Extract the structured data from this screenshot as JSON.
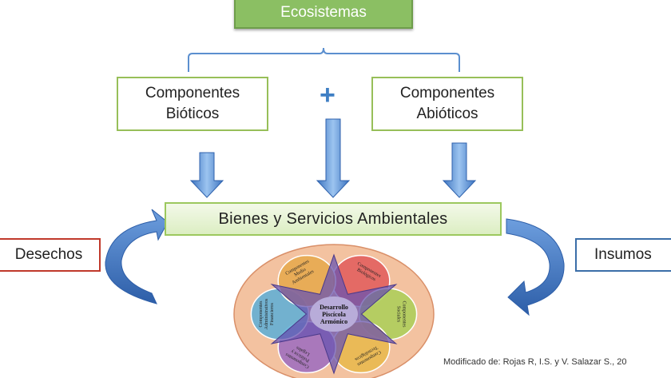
{
  "title": "Ecosistemas",
  "biotic": {
    "line1": "Componentes",
    "line2": "Bióticos"
  },
  "abiotic": {
    "line1": "Componentes",
    "line2": "Abióticos"
  },
  "plus": "+",
  "bienes": "Bienes y Servicios Ambientales",
  "desechos": "Desechos",
  "insumos": "Insumos",
  "flower": {
    "center": [
      "Desarrollo",
      "Piscícola",
      "Armónico"
    ],
    "petals": [
      {
        "lines": [
          "Componentes",
          "Biológicos"
        ],
        "color": "#e15b5b"
      },
      {
        "lines": [
          "Componentes",
          "Sociales"
        ],
        "color": "#a9cf57"
      },
      {
        "lines": [
          "Componentes",
          "Tecnológicos"
        ],
        "color": "#e8b94a"
      },
      {
        "lines": [
          "Componentes",
          "Políticos y",
          "Legales"
        ],
        "color": "#9b6bbf"
      },
      {
        "lines": [
          "Componentes",
          "Administrativos",
          "Financieros"
        ],
        "color": "#5aaed7"
      },
      {
        "lines": [
          "Componentes",
          "Medio",
          "Ambientales"
        ],
        "color": "#e5a84a"
      }
    ],
    "ring_color": "#f3c2a0",
    "star_color": "#6a54b0"
  },
  "credit": "Modificado de: Rojas R, I.S. y V. Salazar S., 20"
}
